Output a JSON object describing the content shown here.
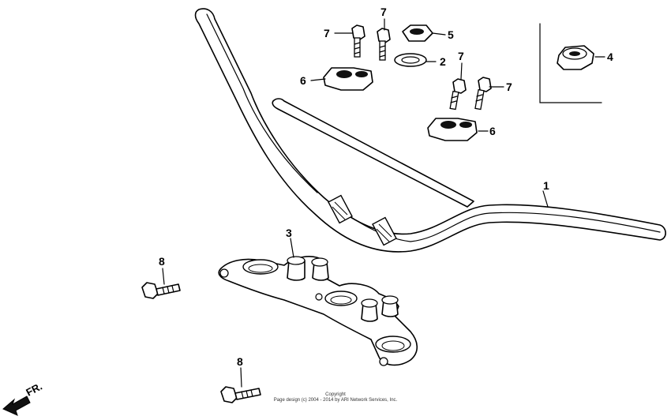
{
  "callouts": {
    "c1": "1",
    "c2": "2",
    "c3": "3",
    "c4": "4",
    "c5": "5",
    "c6a": "6",
    "c6b": "6",
    "c7a": "7",
    "c7b": "7",
    "c7c": "7",
    "c7d": "7",
    "c8a": "8",
    "c8b": "8"
  },
  "direction": {
    "label": "FR."
  },
  "copyright": {
    "line1": "Copyright",
    "line2": "Page design (c) 2004 - 2014 by ARI Network Services, Inc."
  }
}
